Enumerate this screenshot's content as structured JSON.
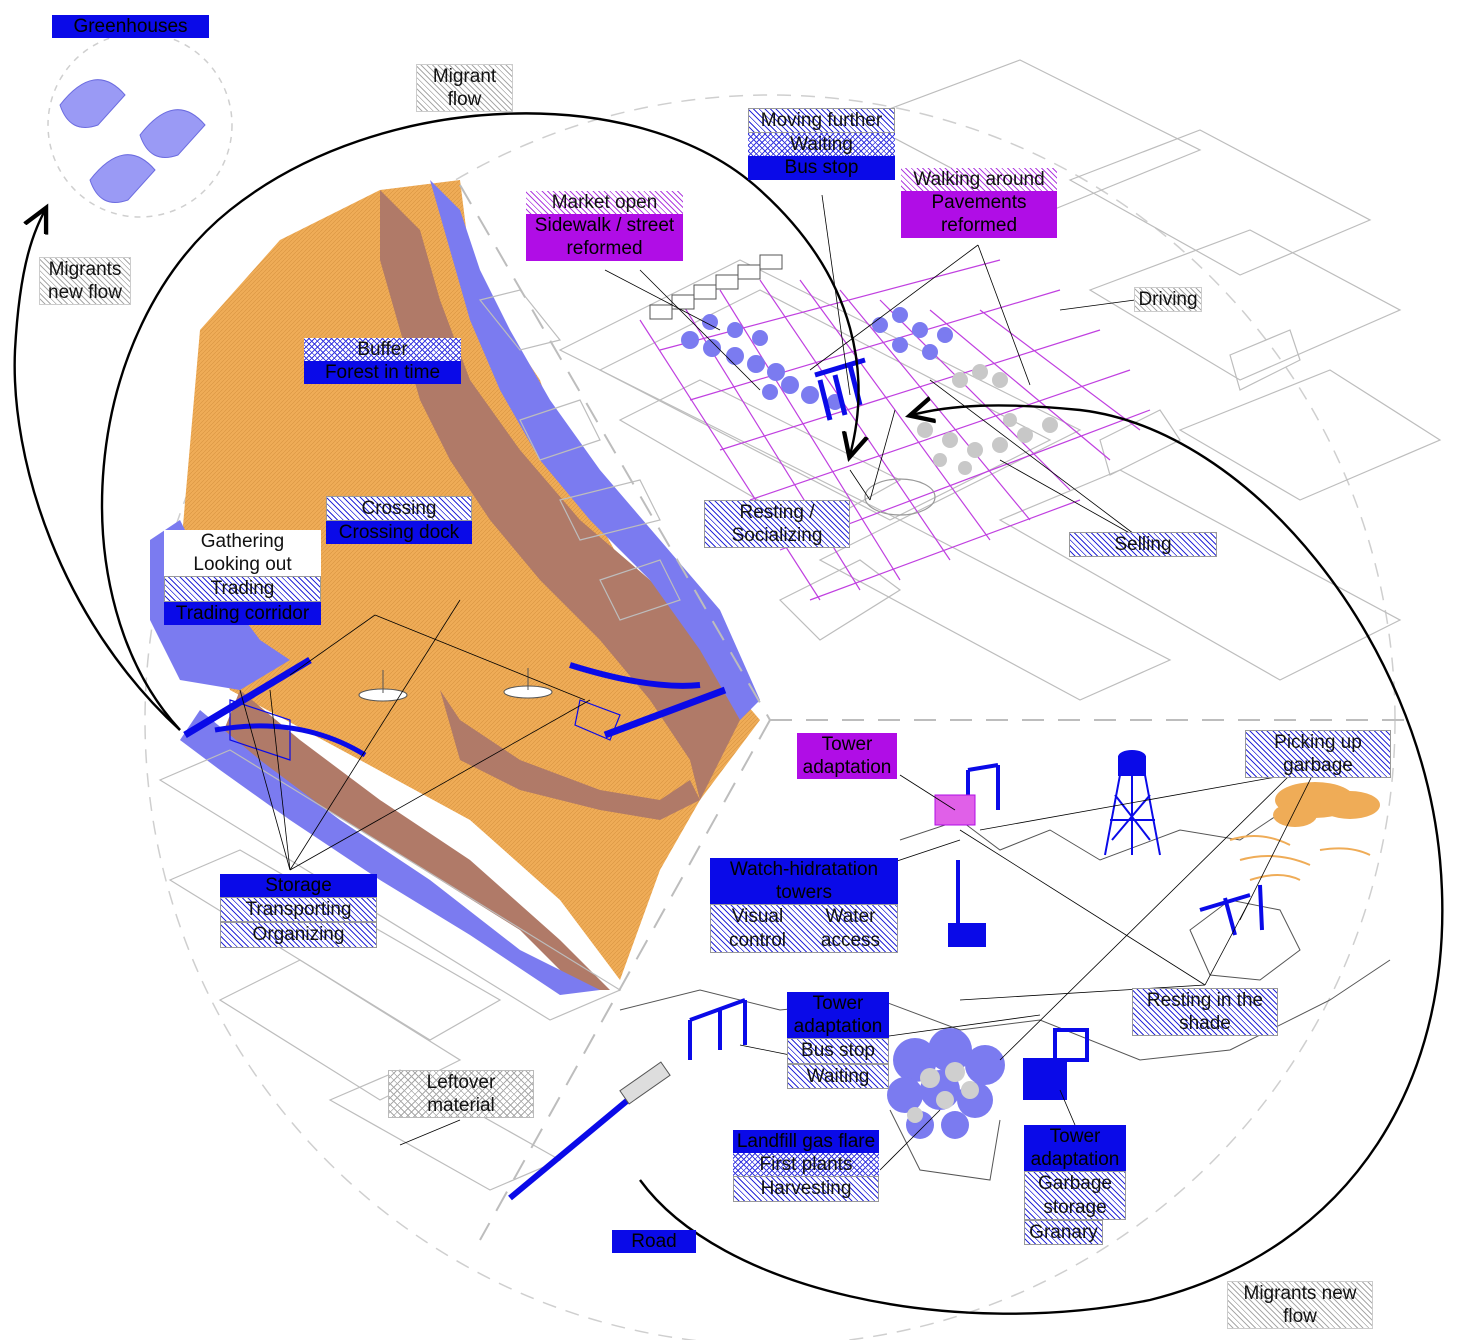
{
  "labels": {
    "greenhouses": "Greenhouses",
    "migrant_flow": "Migrant flow",
    "migrants_new_flow_left": "Migrants new flow",
    "moving_further": "Moving further",
    "waiting_top": "Waiting",
    "bus_stop_top": "Bus stop",
    "walking_around": "Walking around",
    "pavements_reformed": "Pavements reformed",
    "market_open": "Market open",
    "sidewalk_reformed": "Sidewalk / street reformed",
    "driving": "Driving",
    "buffer": "Buffer",
    "forest_in_time": "Forest in time",
    "crossing": "Crossing",
    "crossing_dock": "Crossing dock",
    "gathering": "Gathering",
    "looking_out": "Looking out",
    "trading": "Trading",
    "trading_corridor": "Trading corridor",
    "resting_socializing": "Resting / Socializing",
    "selling": "Selling",
    "tower_adaptation_top": "Tower adaptation",
    "picking_up_garbage": "Picking up garbage",
    "watch_hidratation_towers": "Watch-hidratation towers",
    "visual_control": "Visual control",
    "water_access": "Water access",
    "storage": "Storage",
    "transporting": "Transporting",
    "organizing": "Organizing",
    "tower_adaptation_mid": "Tower adaptation",
    "bus_stop_bottom": "Bus stop",
    "waiting_bottom": "Waiting",
    "resting_in_shade": "Resting in the shade",
    "leftover_material": "Leftover material",
    "landfill_gas_flare": "Landfill gas flare",
    "first_plants": "First plants",
    "harvesting": "Harvesting",
    "tower_adaptation_bottom": "Tower adaptation",
    "garbage_storage": "Garbage storage",
    "granary": "Granary",
    "road": "Road",
    "migrants_new_flow_bottom": "Migrants new flow"
  },
  "colors": {
    "blue": "#0a0ae8",
    "magenta": "#b00de6",
    "periwinkle": "#7b7bf0",
    "sand": "#efac57",
    "brown": "#b07a68",
    "grid_magenta": "#c040e0",
    "line_gray": "#999999"
  }
}
